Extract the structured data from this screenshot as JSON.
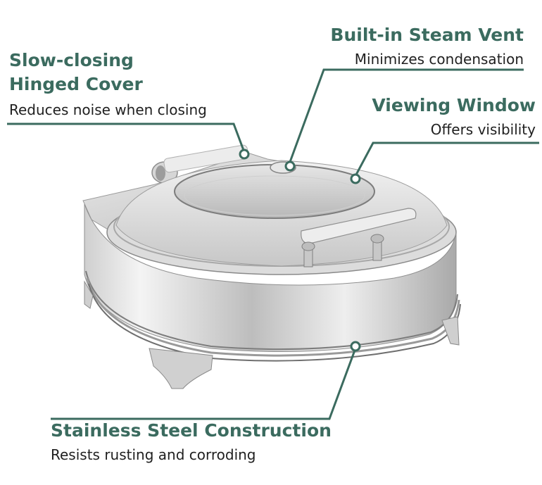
{
  "callouts": {
    "cover": {
      "title_line1": "Slow-closing",
      "title_line2": "Hinged Cover",
      "description": "Reduces noise when closing"
    },
    "vent": {
      "title": "Built-in Steam Vent",
      "description": "Minimizes condensation"
    },
    "window": {
      "title": "Viewing Window",
      "description": "Offers visibility"
    },
    "steel": {
      "title": "Stainless Steel Construction",
      "description": "Resists rusting and corroding"
    }
  },
  "colors": {
    "accent": "#3b6b5f",
    "text": "#1f1f1f",
    "background": "#ffffff"
  }
}
